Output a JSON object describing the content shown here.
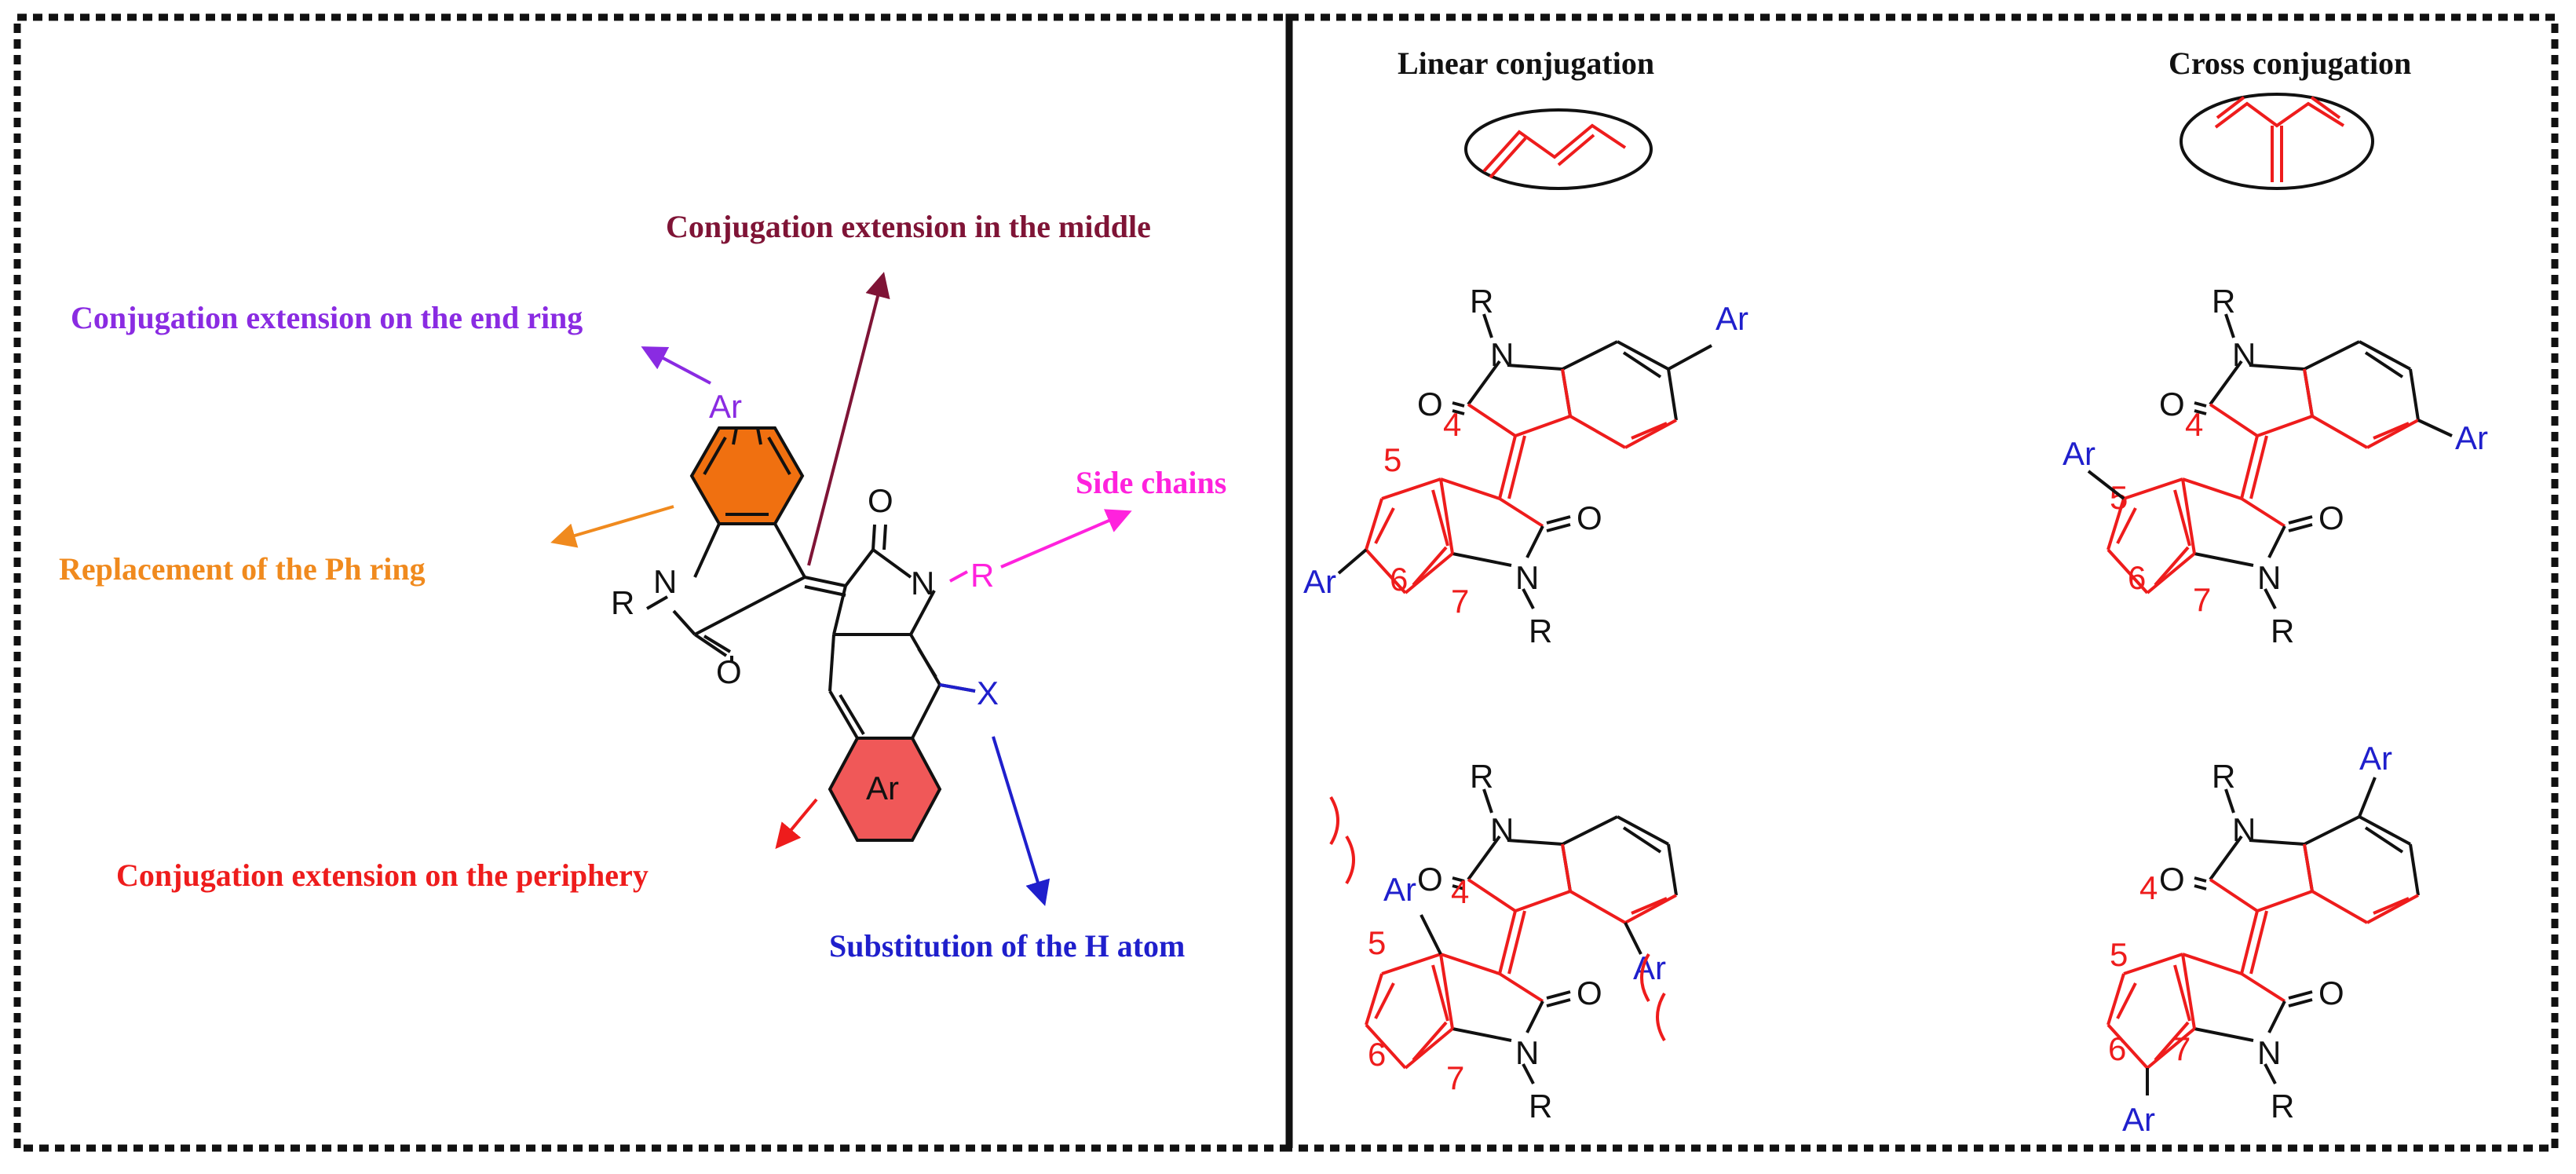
{
  "colors": {
    "frame": "#111111",
    "bond": "#111111",
    "red": "#ee1c1c",
    "blue": "#1f1fcc",
    "purple": "#8a2be2",
    "maroon": "#7f1436",
    "magenta": "#ff22dd",
    "orange_text": "#f08a1e",
    "orange_fill": "#f07010",
    "red_fill": "#f05858"
  },
  "left_panel": {
    "labels": {
      "end_ring": "Conjugation extension on the end ring",
      "middle": "Conjugation extension in the middle",
      "side_chains": "Side chains",
      "ph_ring": "Replacement of the Ph ring",
      "periphery": "Conjugation extension on the periphery",
      "h_atom": "Substitution of the H atom"
    },
    "molecule_labels": {
      "ar_top": "Ar",
      "r_left": "R",
      "n_left": "N",
      "o_left": "O",
      "o_right": "O",
      "n_right": "N",
      "r_right": "R",
      "x": "X",
      "ar_ring": "Ar"
    }
  },
  "right_panel": {
    "headers": {
      "linear": "Linear conjugation",
      "cross": "Cross conjugation"
    },
    "structures": [
      {
        "id": "linear-6-6",
        "atoms": {
          "R1": "R",
          "N1": "N",
          "O1": "O",
          "O2": "O",
          "N2": "N",
          "R2": "R"
        },
        "substituents": [
          "Ar",
          "Ar"
        ],
        "numbers": [
          "4",
          "5",
          "6",
          "7"
        ]
      },
      {
        "id": "cross-5-5",
        "atoms": {
          "R1": "R",
          "N1": "N",
          "O1": "O",
          "O2": "O",
          "N2": "N",
          "R2": "R"
        },
        "substituents": [
          "Ar",
          "Ar"
        ],
        "numbers": [
          "4",
          "5",
          "6",
          "7"
        ]
      },
      {
        "id": "linear-4-4",
        "atoms": {
          "R1": "R",
          "N1": "N",
          "O1": "O",
          "O2": "O",
          "N2": "N",
          "R2": "R"
        },
        "substituents": [
          "Ar",
          "Ar"
        ],
        "numbers": [
          "4",
          "5",
          "6",
          "7"
        ]
      },
      {
        "id": "cross-7-7",
        "atoms": {
          "R1": "R",
          "N1": "N",
          "O1": "O",
          "O2": "O",
          "N2": "N",
          "R2": "R"
        },
        "substituents": [
          "Ar",
          "Ar"
        ],
        "numbers": [
          "4",
          "5",
          "6",
          "7"
        ]
      }
    ]
  }
}
